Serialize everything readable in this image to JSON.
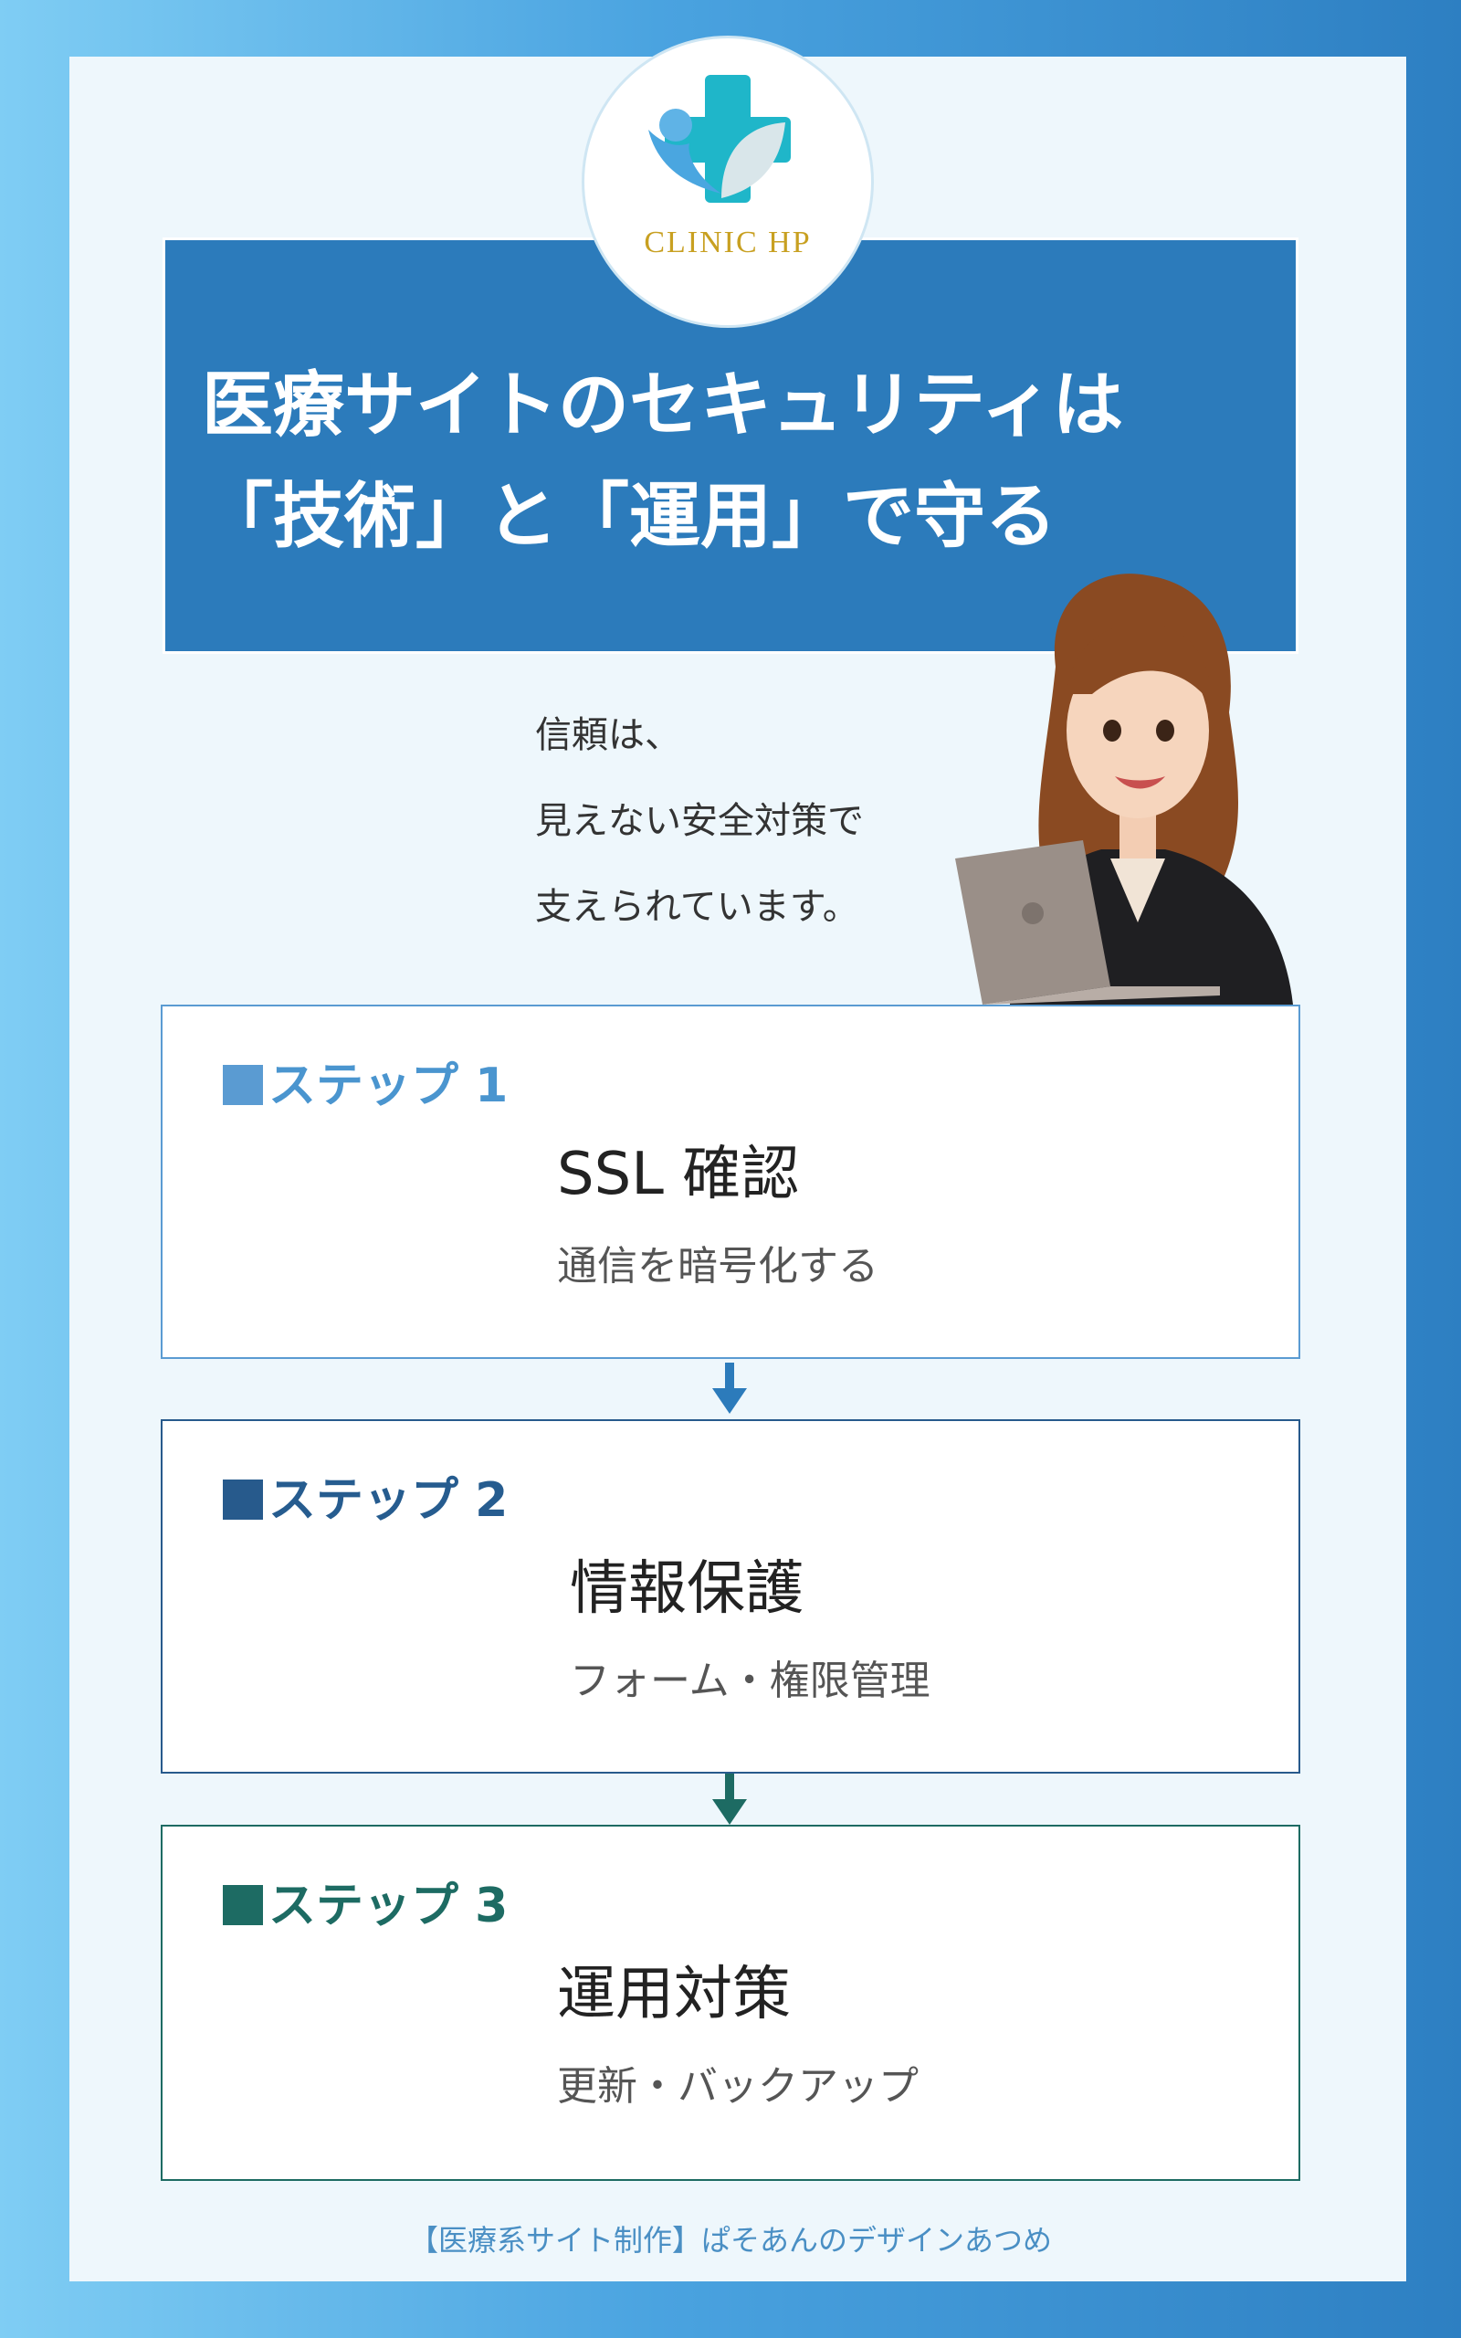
{
  "logo": {
    "text": "CLINIC HP",
    "icon": "clinic-cross-leaf-logo"
  },
  "title": {
    "line1": "医療サイトのセキュリティは",
    "line2": "「技術」と「運用」で守る"
  },
  "lead": {
    "line1": "信頼は、",
    "line2": "見えない安全対策で",
    "line3": "支えられています。"
  },
  "illustration": {
    "icon": "woman-with-laptop-illustration"
  },
  "steps": [
    {
      "label": "ステップ 1",
      "title": "SSL 確認",
      "subtitle": "通信を暗号化する",
      "color": "#5a9bd2"
    },
    {
      "label": "ステップ 2",
      "title": "情報保護",
      "subtitle": "フォーム・権限管理",
      "color": "#275a8c"
    },
    {
      "label": "ステップ 3",
      "title": "運用対策",
      "subtitle": "更新・バックアップ",
      "color": "#1d6b63"
    }
  ],
  "footer": "【医療系サイト制作】ぱそあんのデザインあつめ"
}
